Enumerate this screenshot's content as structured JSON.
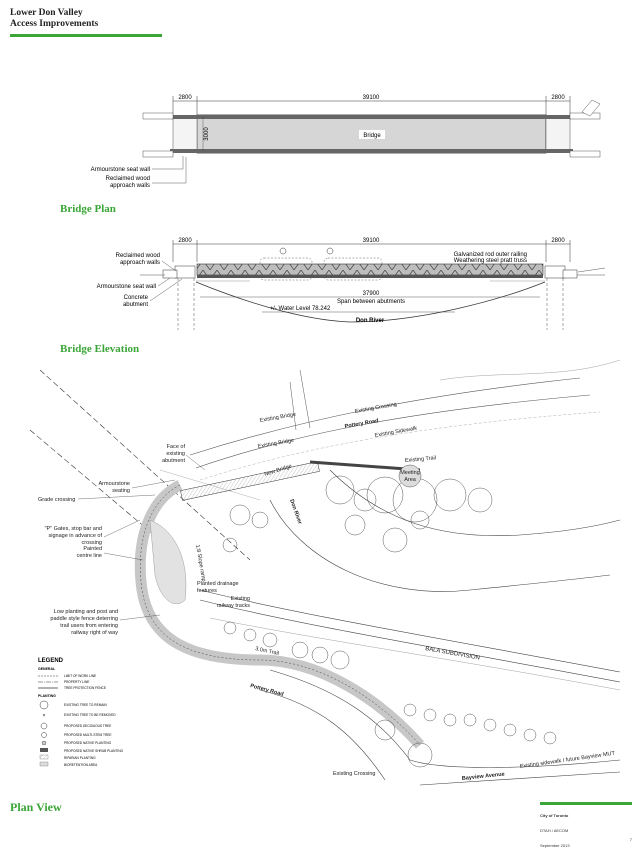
{
  "header": {
    "title_line1": "Lower Don Valley",
    "title_line2": "Access Improvements"
  },
  "sections": {
    "plan": "Bridge Plan",
    "elevation": "Bridge Elevation",
    "planview": "Plan View"
  },
  "bridge_plan": {
    "dim_left": "2800",
    "dim_center": "39100",
    "dim_right": "2800",
    "dim_width": "3000",
    "bridge_label": "Bridge",
    "callout_seat_wall": "Armourstone seat wall",
    "callout_wood_1": "Reclaimed wood",
    "callout_wood_2": "approach walls"
  },
  "bridge_elevation": {
    "dim_left": "2800",
    "dim_center": "39100",
    "dim_right": "2800",
    "wood_1": "Reclaimed wood",
    "wood_2": "approach walls",
    "seat_wall": "Armourstone seat wall",
    "concrete_1": "Concrete",
    "concrete_2": "abutment",
    "rod_1": "Galvanized rod outer railing",
    "rod_2": "Weathering steel pratt truss",
    "span_value": "37900",
    "span_label": "Span between abutments",
    "water_level": "+/- Water Level 78.242",
    "river": "Don River"
  },
  "plan_view": {
    "existing_bridge_1": "Existing Bridge",
    "existing_crossing_top": "Existing Crossing",
    "pottery_road_top": "Pottery Road",
    "existing_sidewalk": "Existing Sidewalk",
    "existing_bridge_2": "Existing Bridge",
    "face_abutment_1": "Face of",
    "face_abutment_2": "existing",
    "face_abutment_3": "abutment",
    "new_bridge": "New Bridge",
    "existing_trail": "Existing Trail",
    "meeting_1": "Meeting",
    "meeting_2": "Area",
    "don_river": "Don River",
    "armour_1": "Armourstone",
    "armour_2": "seating",
    "grade_crossing": "Grade crossing",
    "p_gates_1": "\"P\" Gates, stop bar and",
    "p_gates_2": "signage in advance of",
    "p_gates_3": "crossing",
    "painted_1": "Painted",
    "painted_2": "centre line",
    "drainage_1": "Planted drainage",
    "drainage_2": "features",
    "tracks_1": "Existing",
    "tracks_2": "railway tracks",
    "lowplant_1": "Low planting and post and",
    "lowplant_2": "paddle style fence deterring",
    "lowplant_3": "trail users from entering",
    "lowplant_4": "railway right of way",
    "bala": "BALA SUBDIVISION",
    "trail_3m": "3.0m Trail",
    "pottery_road_bottom": "Pottery Road",
    "existing_crossing_bottom": "Existing Crossing",
    "bayview": "Bayview Avenue",
    "future_mut": "Existing sidewalk / future Bayview MUT",
    "ramp": "1:8 Slope ramp"
  },
  "legend": {
    "title": "LEGEND",
    "general": "GENERAL",
    "planting": "PLANTING",
    "items": [
      "LIMIT OF WORK LINE",
      "PROPERTY LINE",
      "TREE PROTECTION FENCE",
      "EXISTING TREE TO REMAIN",
      "EXISTING TREE TO BE REMOVED",
      "PROPOSED DECIDUOUS TREE",
      "PROPOSED MULTI-STEM TREE",
      "PROPOSED NATIVE PLANTING",
      "PROPOSED NATIVE SHRUB PLANTING",
      "RIPARIAN PLANTING",
      "BIORETENTION AREA"
    ]
  },
  "footer": {
    "org": "City of Toronto",
    "firm": "DTAH / AECOM",
    "date": "September 2013",
    "page": "7"
  }
}
